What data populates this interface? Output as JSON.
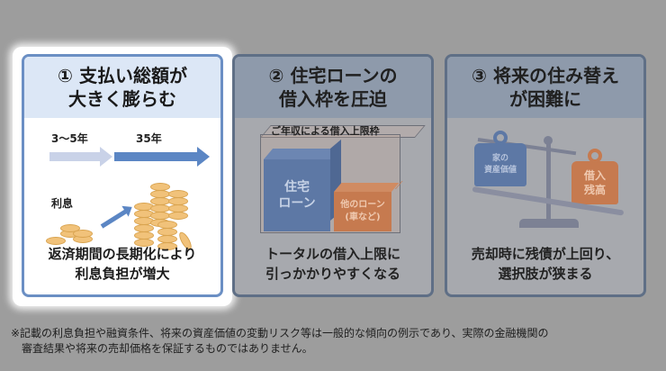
{
  "panels": [
    {
      "number": "①",
      "title": "① 支払い総額が\n大きく膨らむ",
      "state": "highlighted",
      "illustration": {
        "short_period_label": "3〜5年",
        "long_period_label": "35年",
        "coin_label": "利息"
      },
      "caption": "返済期間の長期化により\n利息負担が増大"
    },
    {
      "number": "②",
      "title": "② 住宅ローンの\n借入枠を圧迫",
      "state": "dimmed",
      "illustration": {
        "limit_label": "ご年収による借入上限枠",
        "home_loan_label": "住宅\nローン",
        "other_loan_label": "他のローン\n(車など)"
      },
      "caption": "トータルの借入上限に\n引っかかりやすくなる"
    },
    {
      "number": "③",
      "title": "③ 将来の住み替え\nが困難に",
      "state": "dimmed",
      "illustration": {
        "asset_weight_label": "家の\n資産価値",
        "debt_weight_label": "借入\n残高"
      },
      "caption": "売却時に残債が上回り、\n選択肢が狭まる"
    }
  ],
  "footnote": "※記載の利息負担や融資条件、将来の資産価値の変動リスク等は一般的な傾向の例示であり、実際の金融機関の\n　審査結果や将来の売却価格を保証するものではありません。",
  "colors": {
    "background": "#9d9d9d",
    "highlight_border": "#6b8fc4",
    "header_blue": "#dce7f6",
    "home_blue": "#5d78a5",
    "other_orange": "#c67a4f",
    "coin_gold": "#f1c27a",
    "arrow_blue": "#5b86c4"
  }
}
